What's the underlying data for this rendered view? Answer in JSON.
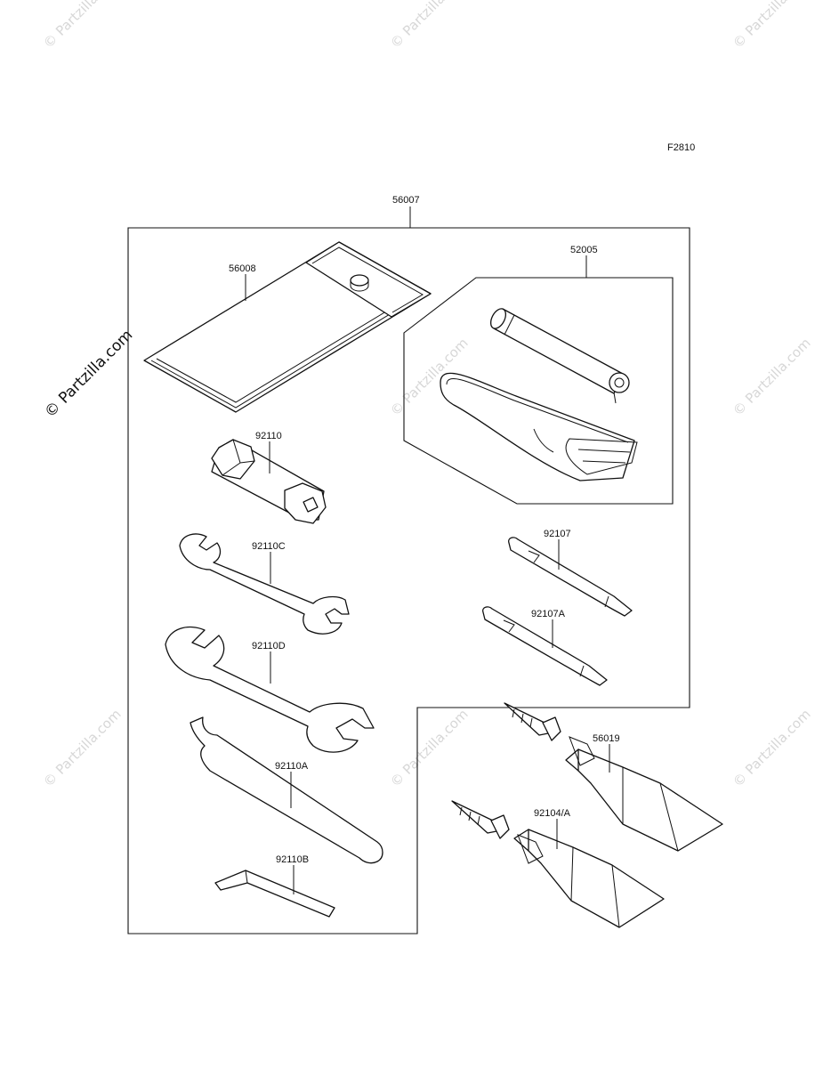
{
  "figure_code": "F2810",
  "watermark": {
    "text": "© Partzilla.com"
  },
  "parts": {
    "tool_kit": "56007",
    "tool_bag": "56008",
    "tire_repair_kit": "52005",
    "plug_wrench": "92110",
    "spanner_small": "92110C",
    "spanner_large": "92110D",
    "hook_wrench": "92110A",
    "hex_wrench": "92110B",
    "screwdriver": "92107",
    "screwdriver_alt": "92107A",
    "glue_tube": "56019",
    "grease_tube": "92104/A"
  }
}
